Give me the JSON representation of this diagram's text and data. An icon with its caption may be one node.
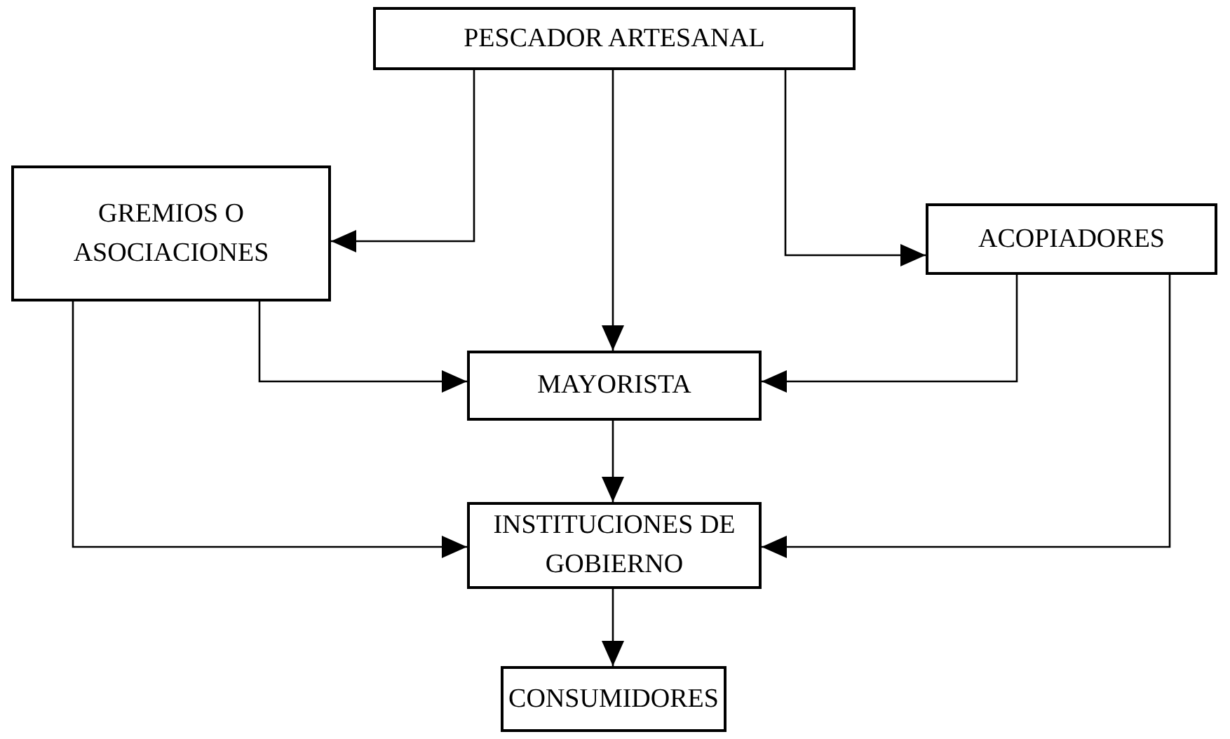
{
  "diagram": {
    "nodes": [
      {
        "text": [
          "PESCADOR ARTESANAL"
        ]
      },
      {
        "text": [
          "GREMIOS O ASOCIACIONES"
        ]
      },
      {
        "text": [
          "ACOPIADORES"
        ]
      },
      {
        "text": [
          "MAYORISTA"
        ]
      },
      {
        "text": [
          "INSTITUCIONES DE GOBIERNO"
        ]
      },
      {
        "text": [
          "CONSUMIDORES"
        ]
      }
    ],
    "edges": [
      {
        "from": 0,
        "to": 1,
        "arrow": "to"
      },
      {
        "from": 0,
        "to": 3,
        "arrow": "to"
      },
      {
        "from": 0,
        "to": 2,
        "arrow": "to"
      },
      {
        "from": 1,
        "to": 3,
        "arrow": "to"
      },
      {
        "from": 2,
        "to": 3,
        "arrow": "to"
      },
      {
        "from": 1,
        "to": 4,
        "arrow": "to"
      },
      {
        "from": 2,
        "to": 4,
        "arrow": "to"
      },
      {
        "from": 3,
        "to": 4,
        "arrow": "to"
      },
      {
        "from": 4,
        "to": 5,
        "arrow": "to"
      }
    ]
  }
}
